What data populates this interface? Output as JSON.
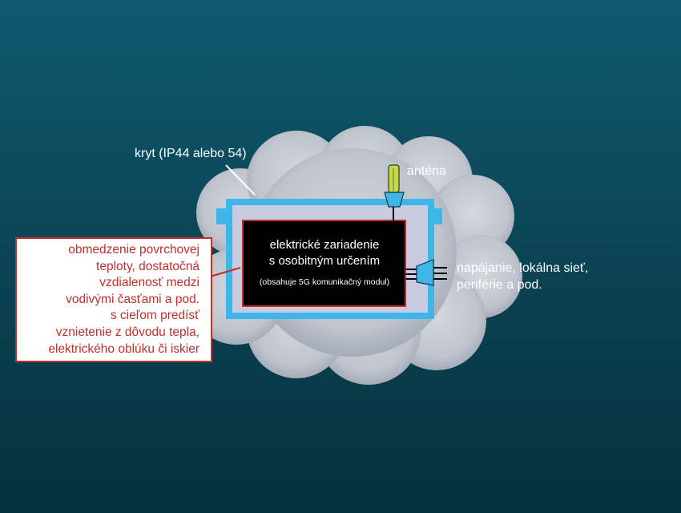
{
  "labels": {
    "enclosure": "kryt (IP44 alebo 54)",
    "antenna": "anténa",
    "connections_line1": "napájanie, lokálna sieť,",
    "connections_line2": "periférie a pod."
  },
  "device": {
    "title_line1": "elektrické zariadenie",
    "title_line2": "s osobitným určením",
    "subtitle": "(obsahuje 5G komunikačný modul)"
  },
  "note": {
    "lines": [
      "obmedzenie povrchovej",
      "teploty, dostatočná",
      "vzdialenosť medzi",
      "vodivými časťami a pod.",
      "s cieľom predísť",
      "vznietenie z dôvodu tepla,",
      "elektrického oblúku či iskier"
    ]
  },
  "colors": {
    "background": "#0b4657",
    "cloud": "#c9cdd6",
    "enclosure": "#3fb6e8",
    "device": "#000000",
    "antenna": "#c7d84a",
    "note_accent": "#c0302a"
  }
}
